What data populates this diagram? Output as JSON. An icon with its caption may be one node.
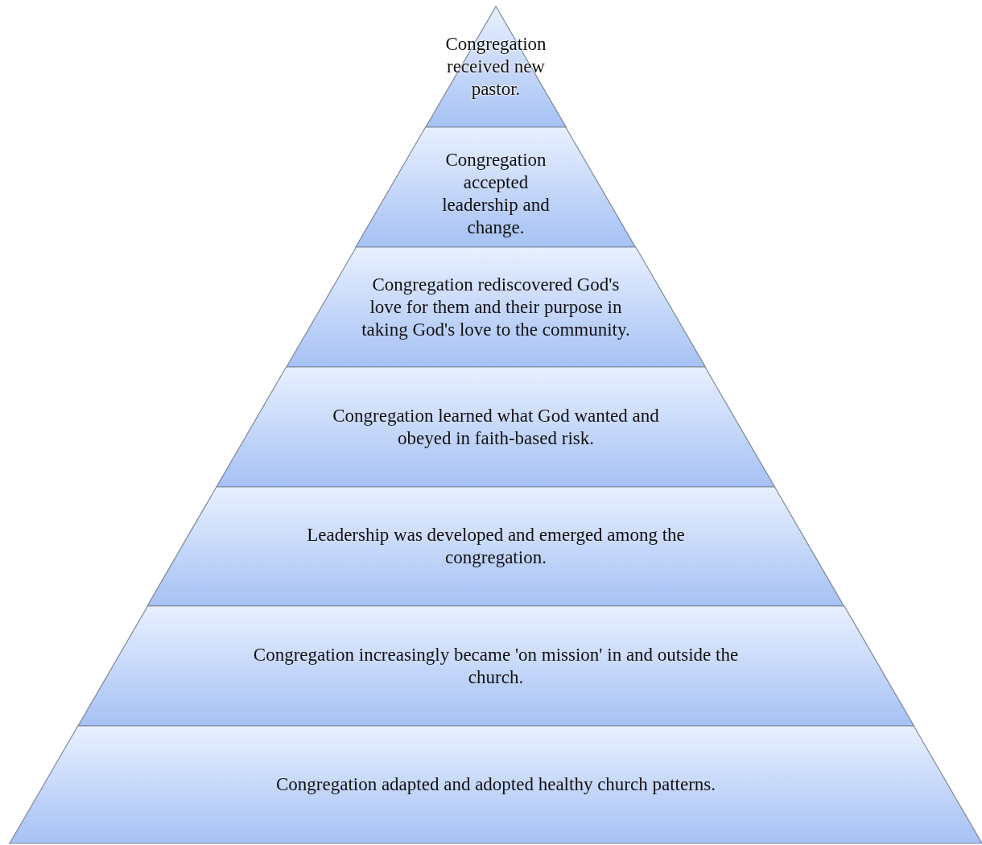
{
  "diagram": {
    "nodes": [
      {
        "text": [
          "Congregation received new pastor."
        ]
      },
      {
        "text": [
          "Congregation accepted leadership and change."
        ]
      },
      {
        "text": [
          "Congregation rediscovered God's love for them and their purpose in taking God's love to the community."
        ]
      },
      {
        "text": [
          "Congregation learned what God wanted and obeyed in faith-based risk."
        ]
      },
      {
        "text": [
          "Leadership was developed and emerged among the congregation."
        ]
      },
      {
        "text": [
          "Congregation increasingly became 'on mission' in and outside the church."
        ]
      },
      {
        "text": [
          "Congregation adapted and adopted healthy church patterns."
        ]
      }
    ]
  }
}
